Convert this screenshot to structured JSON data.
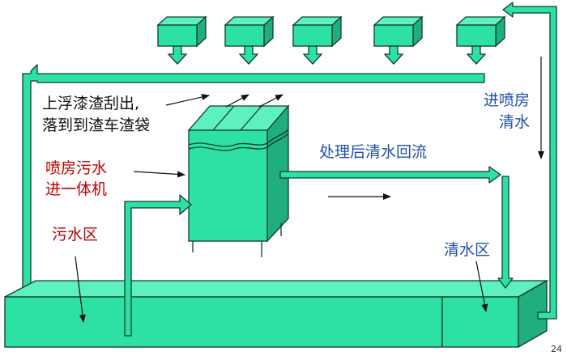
{
  "colors": {
    "fill": "#2de0a5",
    "fill_dark": "#1fae7c",
    "stroke": "#0f3d2e",
    "red_text": "#c00000",
    "blue_text": "#1f4fb0"
  },
  "labels": {
    "skim_line1": "上浮漆渣刮出,",
    "skim_line2": "落到到渣车渣袋",
    "inlet_line1": "喷房污水",
    "inlet_line2": "进一体机",
    "treated_return": "处理后清水回流",
    "return_line1": "进喷房",
    "return_line2": "清水",
    "dirty_zone": "污水区",
    "clean_zone": "清水区"
  },
  "page_number": "24"
}
